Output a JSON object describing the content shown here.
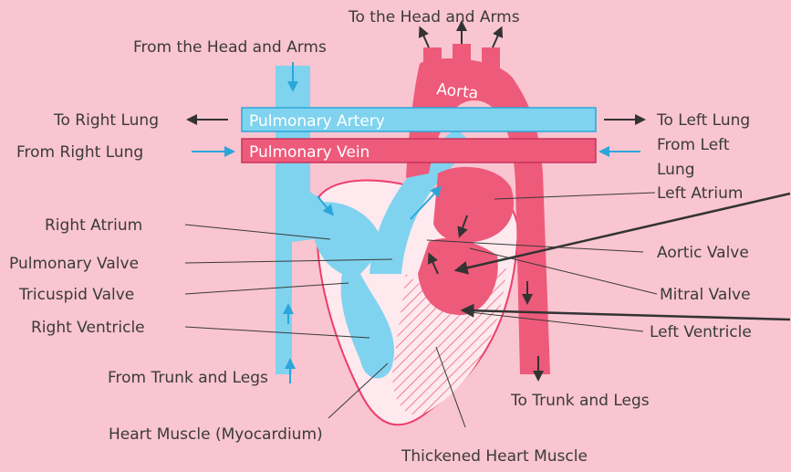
{
  "colors": {
    "background": "#f9c5d0",
    "deoxygenated_blue": "#7fd3ef",
    "oxygenated_pink": "#ee5a7a",
    "arrow_dark": "#333333",
    "text": "#3a3a3a"
  },
  "labels": {
    "to_head_arms": "To the Head and Arms",
    "from_head_arms": "From the Head and Arms",
    "to_right_lung": "To Right Lung",
    "from_right_lung": "From Right Lung",
    "to_left_lung": "To Left Lung",
    "from_left_lung_1": "From Left",
    "from_left_lung_2": "Lung",
    "left_atrium": "Left Atrium",
    "right_atrium": "Right Atrium",
    "pulmonary_valve": "Pulmonary Valve",
    "tricuspid_valve": "Tricuspid Valve",
    "right_ventricle": "Right Ventricle",
    "aortic_valve": "Aortic Valve",
    "mitral_valve": "Mitral Valve",
    "left_ventricle": "Left Ventricle",
    "from_trunk_legs": "From Trunk and Legs",
    "to_trunk_legs": "To Trunk and Legs",
    "heart_muscle": "Heart Muscle (Myocardium)",
    "thickened_muscle": "Thickened Heart Muscle"
  },
  "vessels": {
    "aorta": "Aorta",
    "pulmonary_artery": "Pulmonary Artery",
    "pulmonary_vein": "Pulmonary Vein"
  }
}
